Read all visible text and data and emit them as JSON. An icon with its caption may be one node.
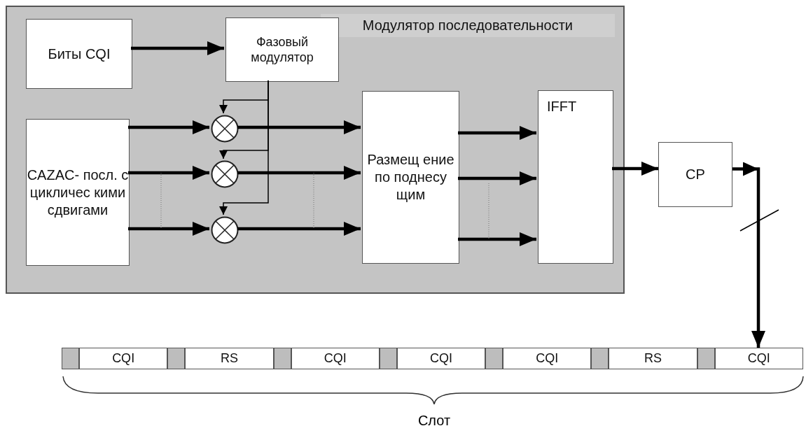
{
  "diagram": {
    "nodes": [
      {
        "text": [
          "Модулятор последовательности"
        ]
      },
      {
        "text": [
          "Биты CQI"
        ],
        "in": 0
      },
      {
        "text": [
          "Фазовый модулятор"
        ],
        "in": 0
      },
      {
        "text": [
          "CAZAC- посл. с цикличес кими сдвигами"
        ],
        "in": 0
      },
      {
        "text": [],
        "shape": "circle",
        "in": 0
      },
      {
        "text": [],
        "shape": "circle",
        "in": 0
      },
      {
        "text": [],
        "shape": "circle",
        "in": 0
      },
      {
        "text": [
          "Размещ ение по поднесу щим"
        ],
        "in": 0
      },
      {
        "text": [
          "IFFT"
        ],
        "in": 0
      },
      {
        "text": [
          "CP"
        ]
      },
      {
        "text": [],
        "shape": "box"
      },
      {
        "text": [
          "CQI"
        ]
      },
      {
        "text": [],
        "shape": "box"
      },
      {
        "text": [
          "RS"
        ]
      },
      {
        "text": [],
        "shape": "box"
      },
      {
        "text": [
          "CQI"
        ]
      },
      {
        "text": [],
        "shape": "box"
      },
      {
        "text": [
          "CQI"
        ]
      },
      {
        "text": [],
        "shape": "box"
      },
      {
        "text": [
          "CQI"
        ]
      },
      {
        "text": [],
        "shape": "box"
      },
      {
        "text": [
          "RS"
        ]
      },
      {
        "text": [],
        "shape": "box"
      },
      {
        "text": [
          "CQI"
        ]
      }
    ],
    "edges": [
      {
        "from": 1,
        "to": 2,
        "arrow": "to"
      },
      {
        "from": 2,
        "to": 4,
        "arrow": "to"
      },
      {
        "from": 2,
        "to": 5,
        "arrow": "to"
      },
      {
        "from": 2,
        "to": 6,
        "arrow": "to"
      },
      {
        "from": 3,
        "to": 4,
        "arrow": "to"
      },
      {
        "from": 3,
        "to": 5,
        "arrow": "to"
      },
      {
        "from": 3,
        "to": 6,
        "arrow": "to"
      },
      {
        "from": 4,
        "to": 7,
        "arrow": "to"
      },
      {
        "from": 5,
        "to": 7,
        "arrow": "to"
      },
      {
        "from": 6,
        "to": 7,
        "arrow": "to"
      },
      {
        "from": 7,
        "to": 8,
        "arrow": "to"
      },
      {
        "from": 7,
        "to": 8,
        "arrow": "to"
      },
      {
        "from": 7,
        "to": 8,
        "arrow": "to"
      },
      {
        "from": 8,
        "to": 9,
        "arrow": "to"
      },
      {
        "from": 9,
        "to": 23,
        "arrow": "to"
      }
    ],
    "labels": [
      "Слот"
    ]
  }
}
